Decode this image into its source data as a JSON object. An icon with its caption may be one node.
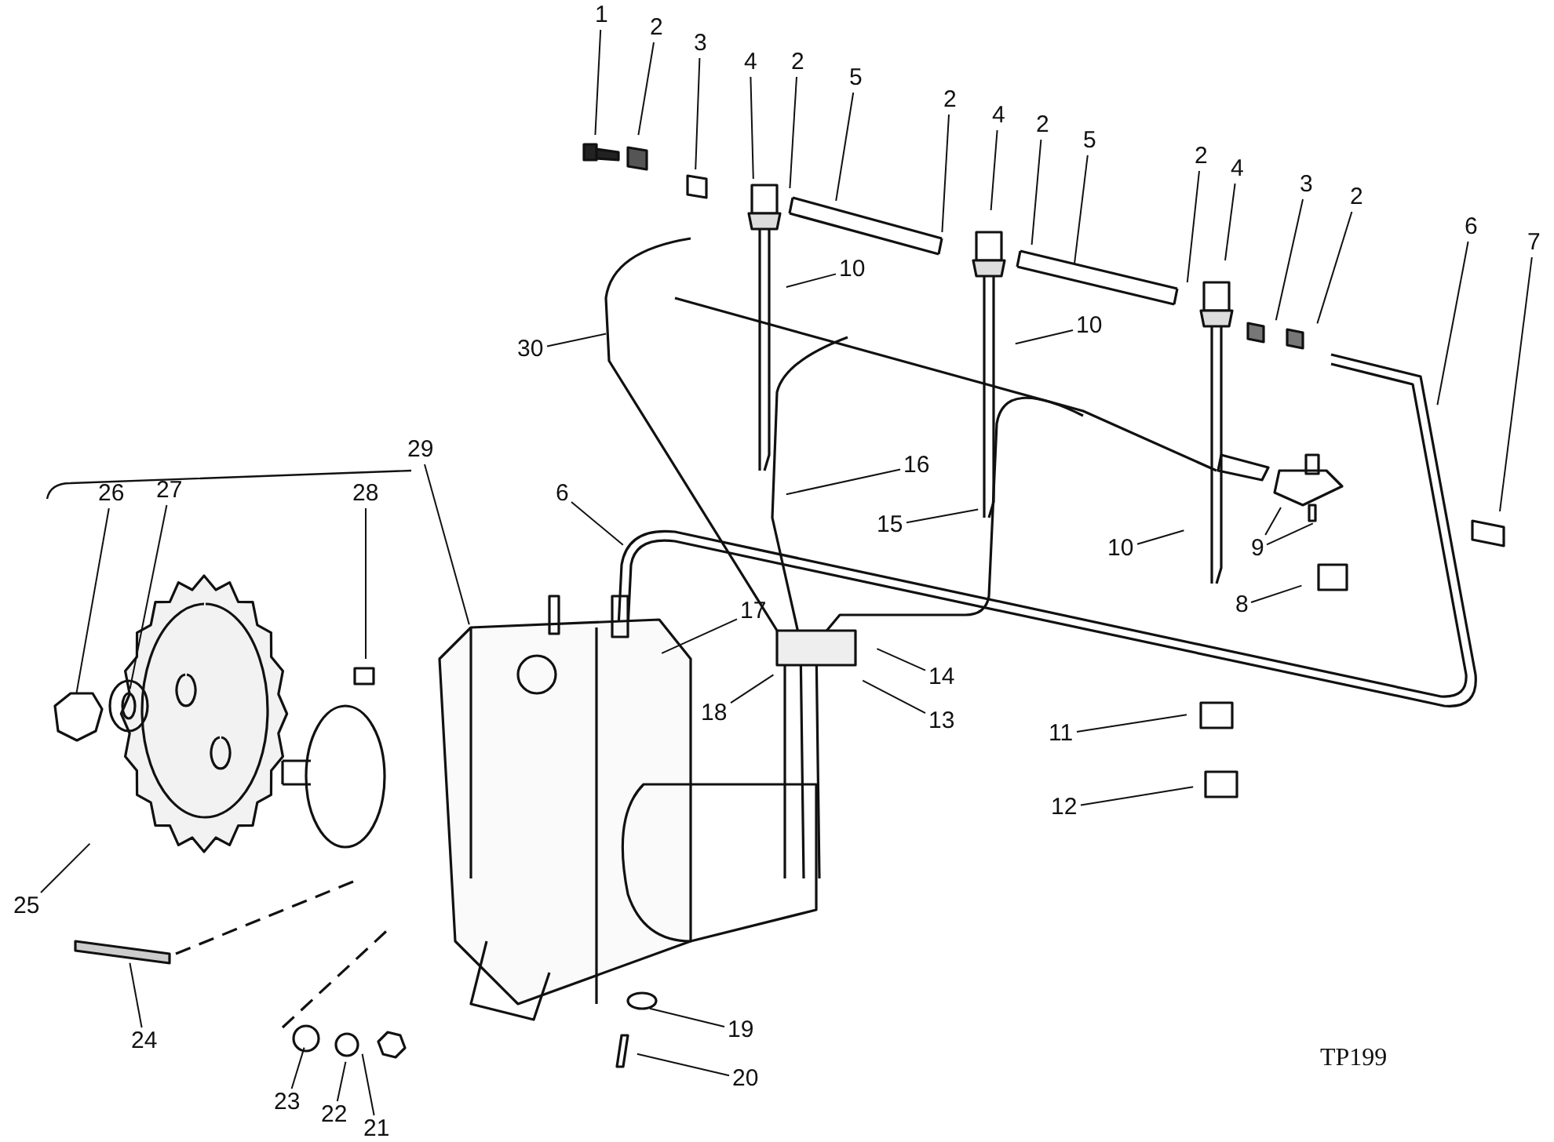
{
  "diagram": {
    "nodes": [
      {
        "text": [
          "1"
        ]
      },
      {
        "text": [
          "2"
        ]
      },
      {
        "text": [
          "3"
        ]
      },
      {
        "text": [
          "4"
        ]
      },
      {
        "text": [
          "2"
        ]
      },
      {
        "text": [
          "5"
        ]
      },
      {
        "text": [
          "2"
        ]
      },
      {
        "text": [
          "4"
        ]
      },
      {
        "text": [
          "2"
        ]
      },
      {
        "text": [
          "5"
        ]
      },
      {
        "text": [
          "2"
        ]
      },
      {
        "text": [
          "4"
        ]
      },
      {
        "text": [
          "3"
        ]
      },
      {
        "text": [
          "2"
        ]
      },
      {
        "text": [
          "6"
        ]
      },
      {
        "text": [
          "7"
        ]
      },
      {
        "text": [
          "10"
        ]
      },
      {
        "text": [
          "10"
        ]
      },
      {
        "text": [
          "30"
        ]
      },
      {
        "text": [
          "29"
        ]
      },
      {
        "text": [
          "16"
        ]
      },
      {
        "text": [
          "26"
        ]
      },
      {
        "text": [
          "27"
        ]
      },
      {
        "text": [
          "28"
        ]
      },
      {
        "text": [
          "6"
        ]
      },
      {
        "text": [
          "15"
        ]
      },
      {
        "text": [
          "10"
        ]
      },
      {
        "text": [
          "9"
        ]
      },
      {
        "text": [
          "8"
        ]
      },
      {
        "text": [
          "17"
        ]
      },
      {
        "text": [
          "14"
        ]
      },
      {
        "text": [
          "18"
        ]
      },
      {
        "text": [
          "13"
        ]
      },
      {
        "text": [
          "11"
        ]
      },
      {
        "text": [
          "12"
        ]
      },
      {
        "text": [
          "25"
        ]
      },
      {
        "text": [
          "24"
        ]
      },
      {
        "text": [
          "19"
        ]
      },
      {
        "text": [
          "20"
        ]
      },
      {
        "text": [
          "23"
        ]
      },
      {
        "text": [
          "22"
        ]
      },
      {
        "text": [
          "21"
        ]
      }
    ],
    "edges": [
      {
        "from": 0,
        "to": null,
        "arrow": "none"
      },
      {
        "from": 1,
        "to": null,
        "arrow": "none"
      },
      {
        "from": 2,
        "to": null,
        "arrow": "none"
      },
      {
        "from": 3,
        "to": null,
        "arrow": "none"
      },
      {
        "from": 4,
        "to": null,
        "arrow": "none"
      },
      {
        "from": 5,
        "to": null,
        "arrow": "none"
      },
      {
        "from": 6,
        "to": null,
        "arrow": "none"
      },
      {
        "from": 7,
        "to": null,
        "arrow": "none"
      },
      {
        "from": 8,
        "to": null,
        "arrow": "none"
      },
      {
        "from": 9,
        "to": null,
        "arrow": "none"
      },
      {
        "from": 10,
        "to": null,
        "arrow": "none"
      },
      {
        "from": 11,
        "to": null,
        "arrow": "none"
      },
      {
        "from": 12,
        "to": null,
        "arrow": "none"
      },
      {
        "from": 13,
        "to": null,
        "arrow": "none"
      },
      {
        "from": 14,
        "to": null,
        "arrow": "none"
      },
      {
        "from": 15,
        "to": null,
        "arrow": "none"
      },
      {
        "from": 16,
        "to": null,
        "arrow": "none"
      },
      {
        "from": 17,
        "to": null,
        "arrow": "none"
      },
      {
        "from": 18,
        "to": null,
        "arrow": "none"
      },
      {
        "from": 19,
        "to": null,
        "arrow": "none"
      },
      {
        "from": 20,
        "to": null,
        "arrow": "none"
      },
      {
        "from": 21,
        "to": null,
        "arrow": "none"
      },
      {
        "from": 22,
        "to": null,
        "arrow": "none"
      },
      {
        "from": 23,
        "to": null,
        "arrow": "none"
      },
      {
        "from": 24,
        "to": null,
        "arrow": "none"
      },
      {
        "from": 25,
        "to": null,
        "arrow": "none"
      },
      {
        "from": 26,
        "to": null,
        "arrow": "none"
      },
      {
        "from": 27,
        "to": null,
        "arrow": "none"
      },
      {
        "from": 27,
        "to": null,
        "arrow": "none"
      },
      {
        "from": 28,
        "to": null,
        "arrow": "none"
      },
      {
        "from": 29,
        "to": null,
        "arrow": "none"
      },
      {
        "from": 30,
        "to": null,
        "arrow": "none"
      },
      {
        "from": 31,
        "to": null,
        "arrow": "none"
      },
      {
        "from": 32,
        "to": null,
        "arrow": "none"
      },
      {
        "from": 33,
        "to": null,
        "arrow": "none"
      },
      {
        "from": 34,
        "to": null,
        "arrow": "none"
      },
      {
        "from": 35,
        "to": null,
        "arrow": "none"
      },
      {
        "from": 36,
        "to": null,
        "arrow": "none"
      },
      {
        "from": 37,
        "to": null,
        "arrow": "none"
      },
      {
        "from": 38,
        "to": null,
        "arrow": "none"
      },
      {
        "from": 39,
        "to": null,
        "arrow": "none"
      },
      {
        "from": 40,
        "to": null,
        "arrow": "none"
      },
      {
        "from": 41,
        "to": null,
        "arrow": "none"
      }
    ],
    "labels": [
      "TP199"
    ]
  }
}
